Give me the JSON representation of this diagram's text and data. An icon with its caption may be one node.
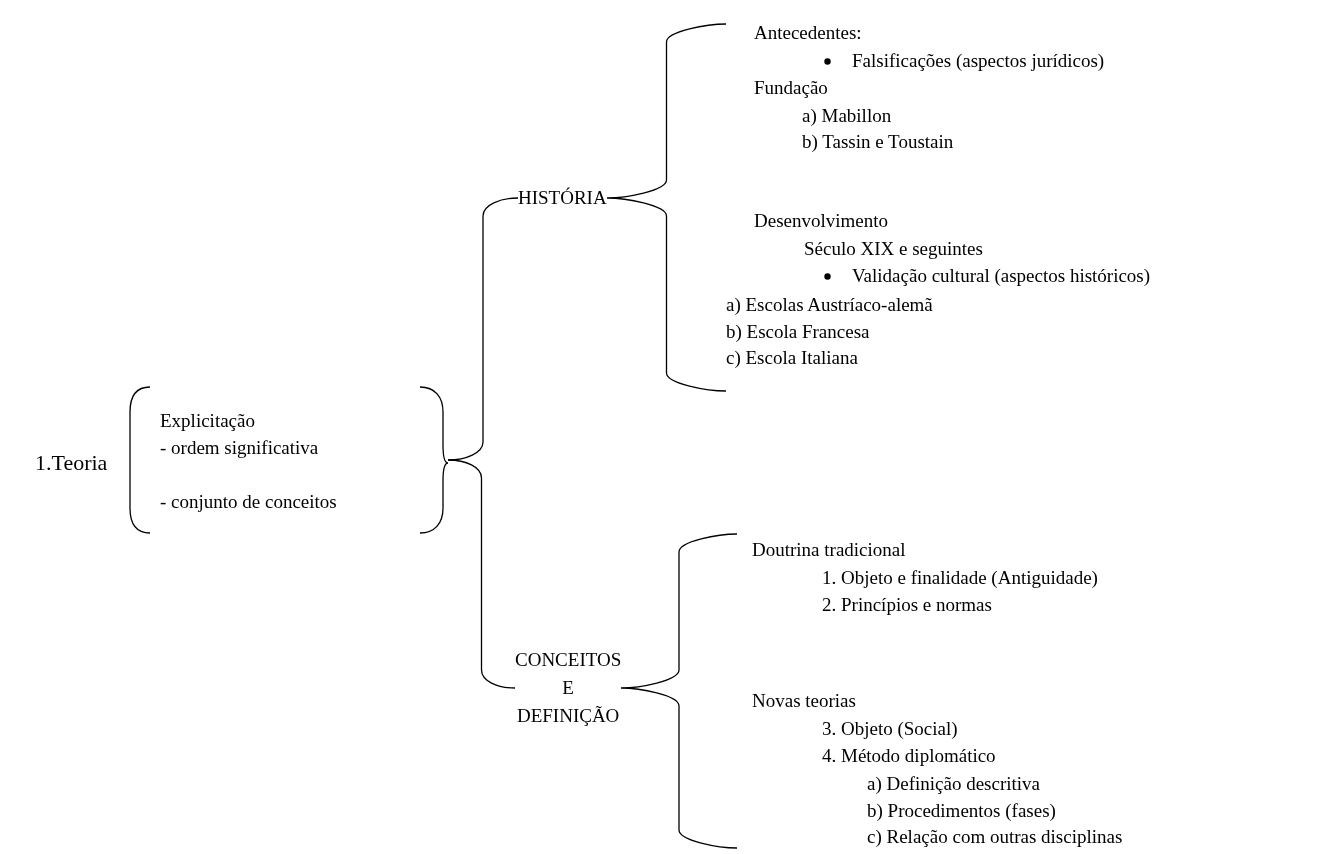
{
  "diagram": {
    "nodes": [
      {
        "text": [
          "1.Teoria",
          "Explicitação",
          "- ordem significativa",
          "- conjunto de conceitos"
        ]
      },
      {
        "text": [
          "HISTÓRIA"
        ]
      },
      {
        "text": [
          "Antecedentes:",
          "Falsificações (aspectos jurídicos)",
          "Fundação",
          "a) Mabillon",
          "b) Tassin e Toustain",
          "Desenvolvimento",
          "Século XIX e seguintes",
          "Validação cultural (aspectos históricos)",
          "a) Escolas Austríaco-alemã",
          "b) Escola Francesa",
          "c) Escola Italiana"
        ]
      },
      {
        "text": [
          "CONCEITOS E DEFINIÇÃO"
        ]
      },
      {
        "text": [
          "Doutrina tradicional",
          "1. Objeto e finalidade (Antiguidade)",
          "2. Princípios e normas",
          "Novas teorias",
          "3. Objeto (Social)",
          "4. Método diplomático",
          "a) Definição descritiva",
          "b) Procedimentos (fases)",
          "c) Relação com outras disciplinas"
        ]
      }
    ],
    "edges": [
      {
        "from": 0,
        "to": 1,
        "arrow": "none"
      },
      {
        "from": 0,
        "to": 3,
        "arrow": "none"
      },
      {
        "from": 1,
        "to": 2,
        "arrow": "none"
      },
      {
        "from": 3,
        "to": 4,
        "arrow": "none"
      }
    ]
  }
}
